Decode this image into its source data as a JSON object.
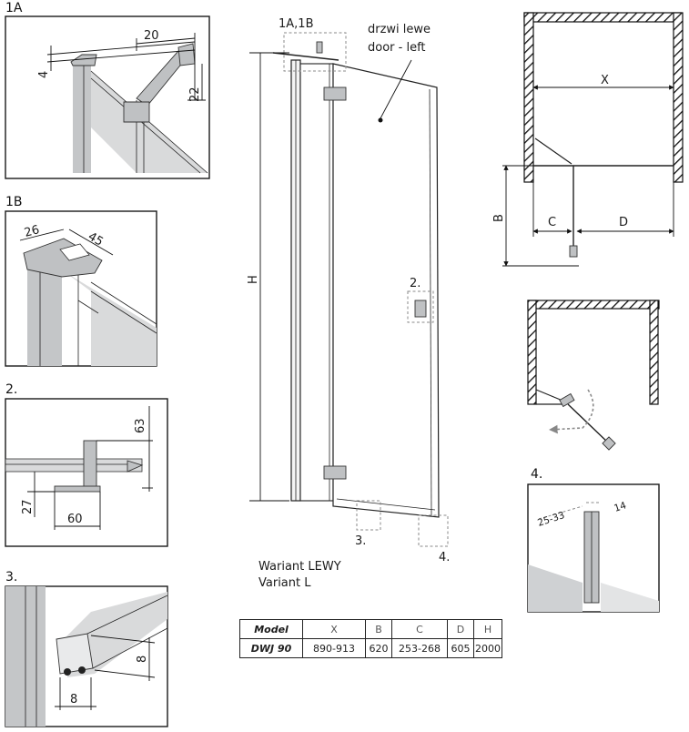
{
  "sections": {
    "s1a": "1A",
    "s1b": "1B",
    "s2": "2.",
    "s3": "3.",
    "s4": "4."
  },
  "detail_1a": {
    "w": "20",
    "h1": "4",
    "h2": "22"
  },
  "detail_1b": {
    "a": "26",
    "b": "45"
  },
  "detail_2": {
    "h1": "63",
    "h2": "27",
    "w": "60"
  },
  "detail_3": {
    "h": "8",
    "w": "8"
  },
  "detail_4": {
    "a": "25-33",
    "b": "14"
  },
  "door": {
    "callout_top": "1A,1B",
    "callout_mid": "2.",
    "callout_bottom_left": "3.",
    "callout_bottom_right": "4.",
    "height_label": "H",
    "note_line1": "drzwi lewe",
    "note_line2": "door - left"
  },
  "variant": {
    "line1": "Wariant LEWY",
    "line2": "Variant L"
  },
  "plan": {
    "x": "X",
    "b": "B",
    "c": "C",
    "d": "D"
  },
  "table": {
    "headers": [
      "Model",
      "X",
      "B",
      "C",
      "D",
      "H"
    ],
    "row": [
      "DWJ 90",
      "890-913",
      "620",
      "253-268",
      "605",
      "2000"
    ]
  }
}
